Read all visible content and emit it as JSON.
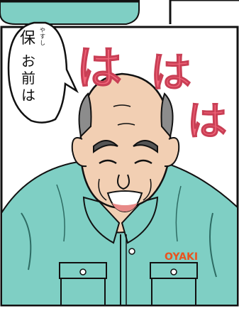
{
  "speech_bubble": {
    "kanji": "保",
    "furigana": "やすし",
    "line_rest": "お前は"
  },
  "laugh_sfx": [
    "は",
    "は",
    "は"
  ],
  "shirt_logo": "OYAKI",
  "colors": {
    "shirt": "#7fcfc4",
    "shirt_dark": "#4fa79b",
    "skin": "#f2cfb3",
    "laugh_text": "#f2657a",
    "logo_text": "#e8541f"
  }
}
